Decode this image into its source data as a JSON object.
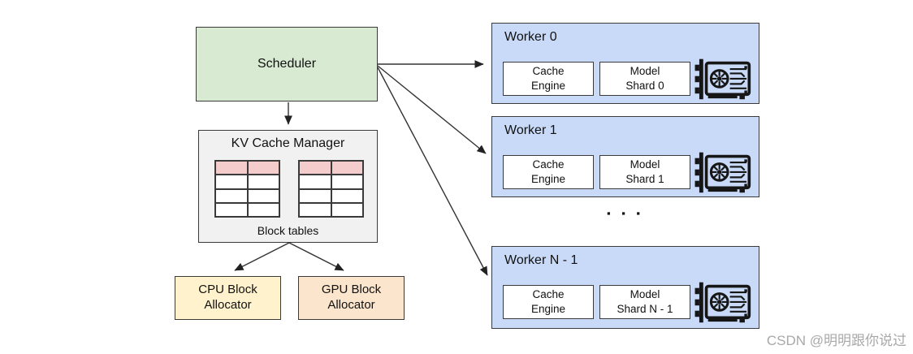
{
  "scheduler": {
    "label": "Scheduler"
  },
  "kv_cache_manager": {
    "title": "KV Cache Manager",
    "caption": "Block tables",
    "tables": {
      "count": 2,
      "rows": 4,
      "cols": 2,
      "header_row_color": "#f4cccc"
    }
  },
  "allocators": {
    "cpu": {
      "line1": "CPU Block",
      "line2": "Allocator"
    },
    "gpu": {
      "line1": "GPU Block",
      "line2": "Allocator"
    }
  },
  "workers": [
    {
      "title": "Worker 0",
      "cache_engine": {
        "line1": "Cache",
        "line2": "Engine"
      },
      "model_shard": {
        "line1": "Model",
        "line2": "Shard 0"
      },
      "icon": "gpu-card-icon"
    },
    {
      "title": "Worker 1",
      "cache_engine": {
        "line1": "Cache",
        "line2": "Engine"
      },
      "model_shard": {
        "line1": "Model",
        "line2": "Shard 1"
      },
      "icon": "gpu-card-icon"
    },
    {
      "title": "Worker N - 1",
      "cache_engine": {
        "line1": "Cache",
        "line2": "Engine"
      },
      "model_shard": {
        "line1": "Model",
        "line2": "Shard N - 1"
      },
      "icon": "gpu-card-icon"
    }
  ],
  "ellipsis": "▪ ▪ ▪",
  "watermark": "CSDN @明明跟你说过",
  "colors": {
    "scheduler_fill": "#d9ead3",
    "kv_fill": "#f1f1f1",
    "table_header_fill": "#f4cccc",
    "worker_fill": "#c9daf8",
    "cpu_allocator_fill": "#fff2cc",
    "gpu_allocator_fill": "#fce5cd",
    "inner_box_fill": "#ffffff",
    "box_border": "#3a3a3a",
    "arrow": "#333333",
    "watermark_gray": "#9e9e9e"
  }
}
